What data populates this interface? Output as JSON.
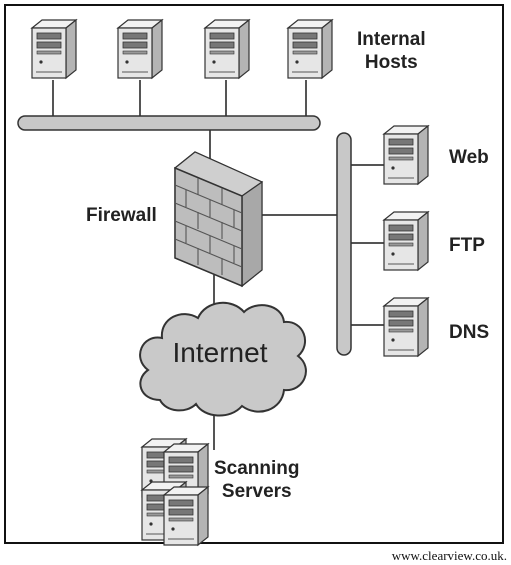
{
  "labels": {
    "internal_hosts_line1": "Internal",
    "internal_hosts_line2": "Hosts",
    "firewall": "Firewall",
    "web": "Web",
    "ftp": "FTP",
    "dns": "DNS",
    "internet": "Internet",
    "scanning_line1": "Scanning",
    "scanning_line2": "Servers"
  },
  "source": "www.clearview.co.uk.",
  "icons": {
    "server": "server-tower-icon",
    "firewall": "brick-firewall-icon",
    "cloud": "internet-cloud-icon"
  },
  "colors": {
    "line": "#555555",
    "bus_fill": "#c8c8c8",
    "server_face": "#e6e6e6",
    "server_side": "#b4b4b4",
    "cloud_fill": "#c9c9c9",
    "wall_fill": "#bdbdbd"
  }
}
